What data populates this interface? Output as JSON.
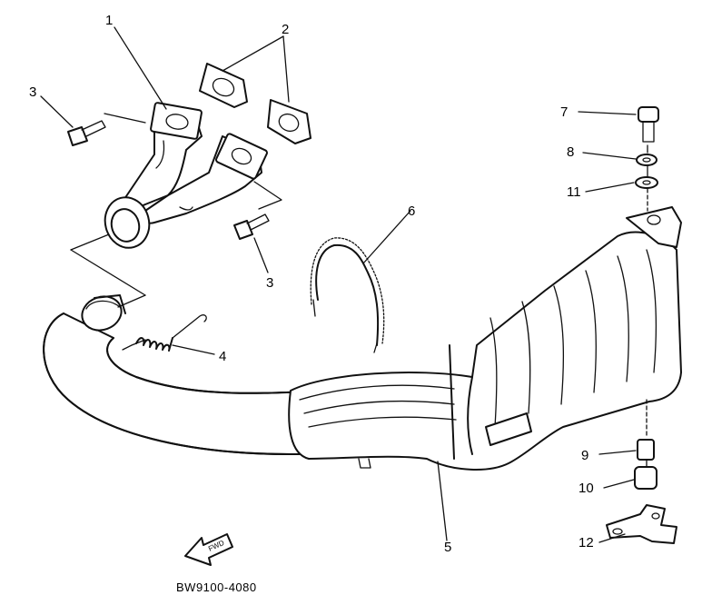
{
  "diagram": {
    "drawing_code": "BW9100-4080",
    "fwd_label": "FWD",
    "callouts": [
      "1",
      "2",
      "3",
      "3",
      "4",
      "5",
      "6",
      "7",
      "8",
      "9",
      "10",
      "11",
      "12"
    ]
  }
}
